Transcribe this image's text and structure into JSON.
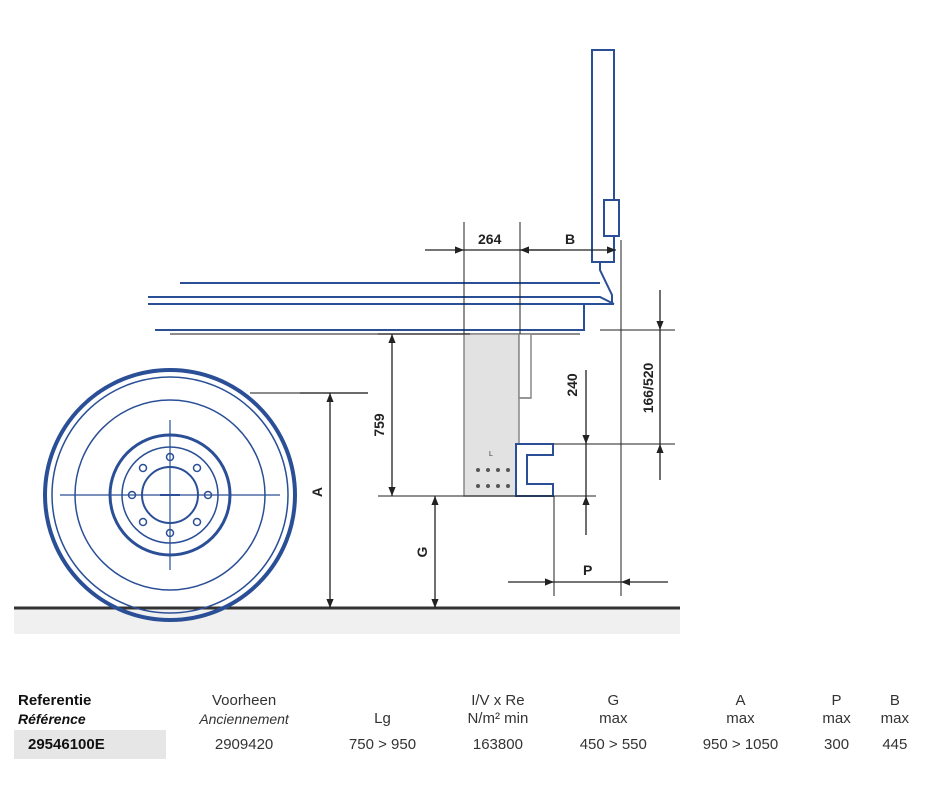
{
  "diagram": {
    "dimensions": {
      "d264": "264",
      "b": "B",
      "d759": "759",
      "d240": "240",
      "d166_520": "166/520",
      "a": "A",
      "g": "G",
      "p": "P"
    },
    "part_mark": "L"
  },
  "table": {
    "headers": [
      {
        "line1": "Referentie",
        "line2": "Référence"
      },
      {
        "line1": "Voorheen",
        "line2": "Anciennement"
      },
      {
        "line1": "Lg",
        "line2": ""
      },
      {
        "line1": "I/V x Re",
        "line2": "N/m² min"
      },
      {
        "line1": "G",
        "line2": "max"
      },
      {
        "line1": "A",
        "line2": "max"
      },
      {
        "line1": "P",
        "line2": "max"
      },
      {
        "line1": "B",
        "line2": "max"
      }
    ],
    "row": [
      "29546100E",
      "2909420",
      "750 > 950",
      "163800",
      "450 > 550",
      "950 > 1050",
      "300",
      "445"
    ]
  },
  "colors": {
    "line_blue": "#2a4f96",
    "dimension_black": "#222222",
    "ground": "#333333",
    "bracket_fill": "#e2e2e2",
    "ref_cell_bg": "#e6e6e6"
  }
}
